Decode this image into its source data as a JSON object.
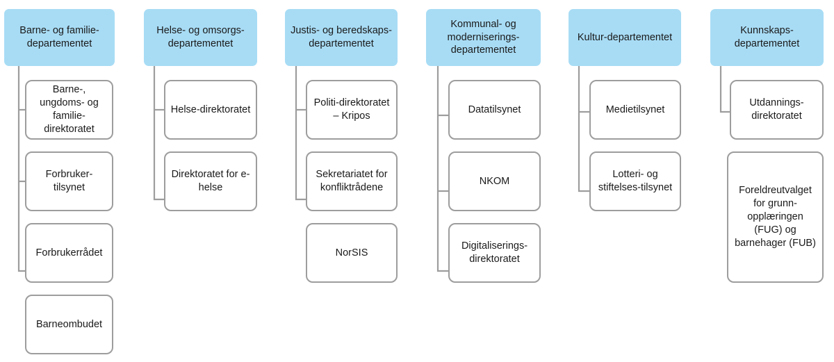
{
  "diagram": {
    "title": "Norwegian ministries and subordinate agencies organisational chart",
    "colors": {
      "ministry_fill": "#a8dcf5",
      "agency_border": "#9d9d9d",
      "agency_fill": "#ffffff",
      "connector": "#9d9d9d",
      "text": "#1a1a1a"
    },
    "columns": [
      {
        "ministry": "Barne- og familie-departementet",
        "agencies": [
          {
            "label": "Barne-, ungdoms- og familie-direktoratet",
            "connected": true
          },
          {
            "label": "Forbruker-tilsynet",
            "connected": true
          },
          {
            "label": "Forbrukerrådet",
            "connected": true
          },
          {
            "label": "Barneombudet",
            "connected": false
          }
        ]
      },
      {
        "ministry": "Helse- og omsorgs-departementet",
        "agencies": [
          {
            "label": "Helse-direktoratet",
            "connected": true
          },
          {
            "label": "Direktoratet for e-helse",
            "connected": true
          }
        ]
      },
      {
        "ministry": "Justis- og beredskaps-departementet",
        "agencies": [
          {
            "label": "Politi-direktoratet – Kripos",
            "connected": true
          },
          {
            "label": "Sekretariatet for konfliktrådene",
            "connected": true
          },
          {
            "label": "NorSIS",
            "connected": false
          }
        ]
      },
      {
        "ministry": "Kommunal- og moderniserings-departementet",
        "agencies": [
          {
            "label": "Datatilsynet",
            "connected": true
          },
          {
            "label": "NKOM",
            "connected": true
          },
          {
            "label": "Digitaliserings-direktoratet",
            "connected": true
          }
        ]
      },
      {
        "ministry": "Kultur-departementet",
        "agencies": [
          {
            "label": "Medietilsynet",
            "connected": true
          },
          {
            "label": "Lotteri- og stiftelses-tilsynet",
            "connected": true
          }
        ]
      },
      {
        "ministry": "Kunnskaps-departementet",
        "agencies": [
          {
            "label": "Utdannings-direktoratet",
            "connected": true
          },
          {
            "label": "Foreldreutvalget for grunn-opplæringen (FUG) og barnehager (FUB)",
            "connected": false
          }
        ]
      }
    ]
  }
}
